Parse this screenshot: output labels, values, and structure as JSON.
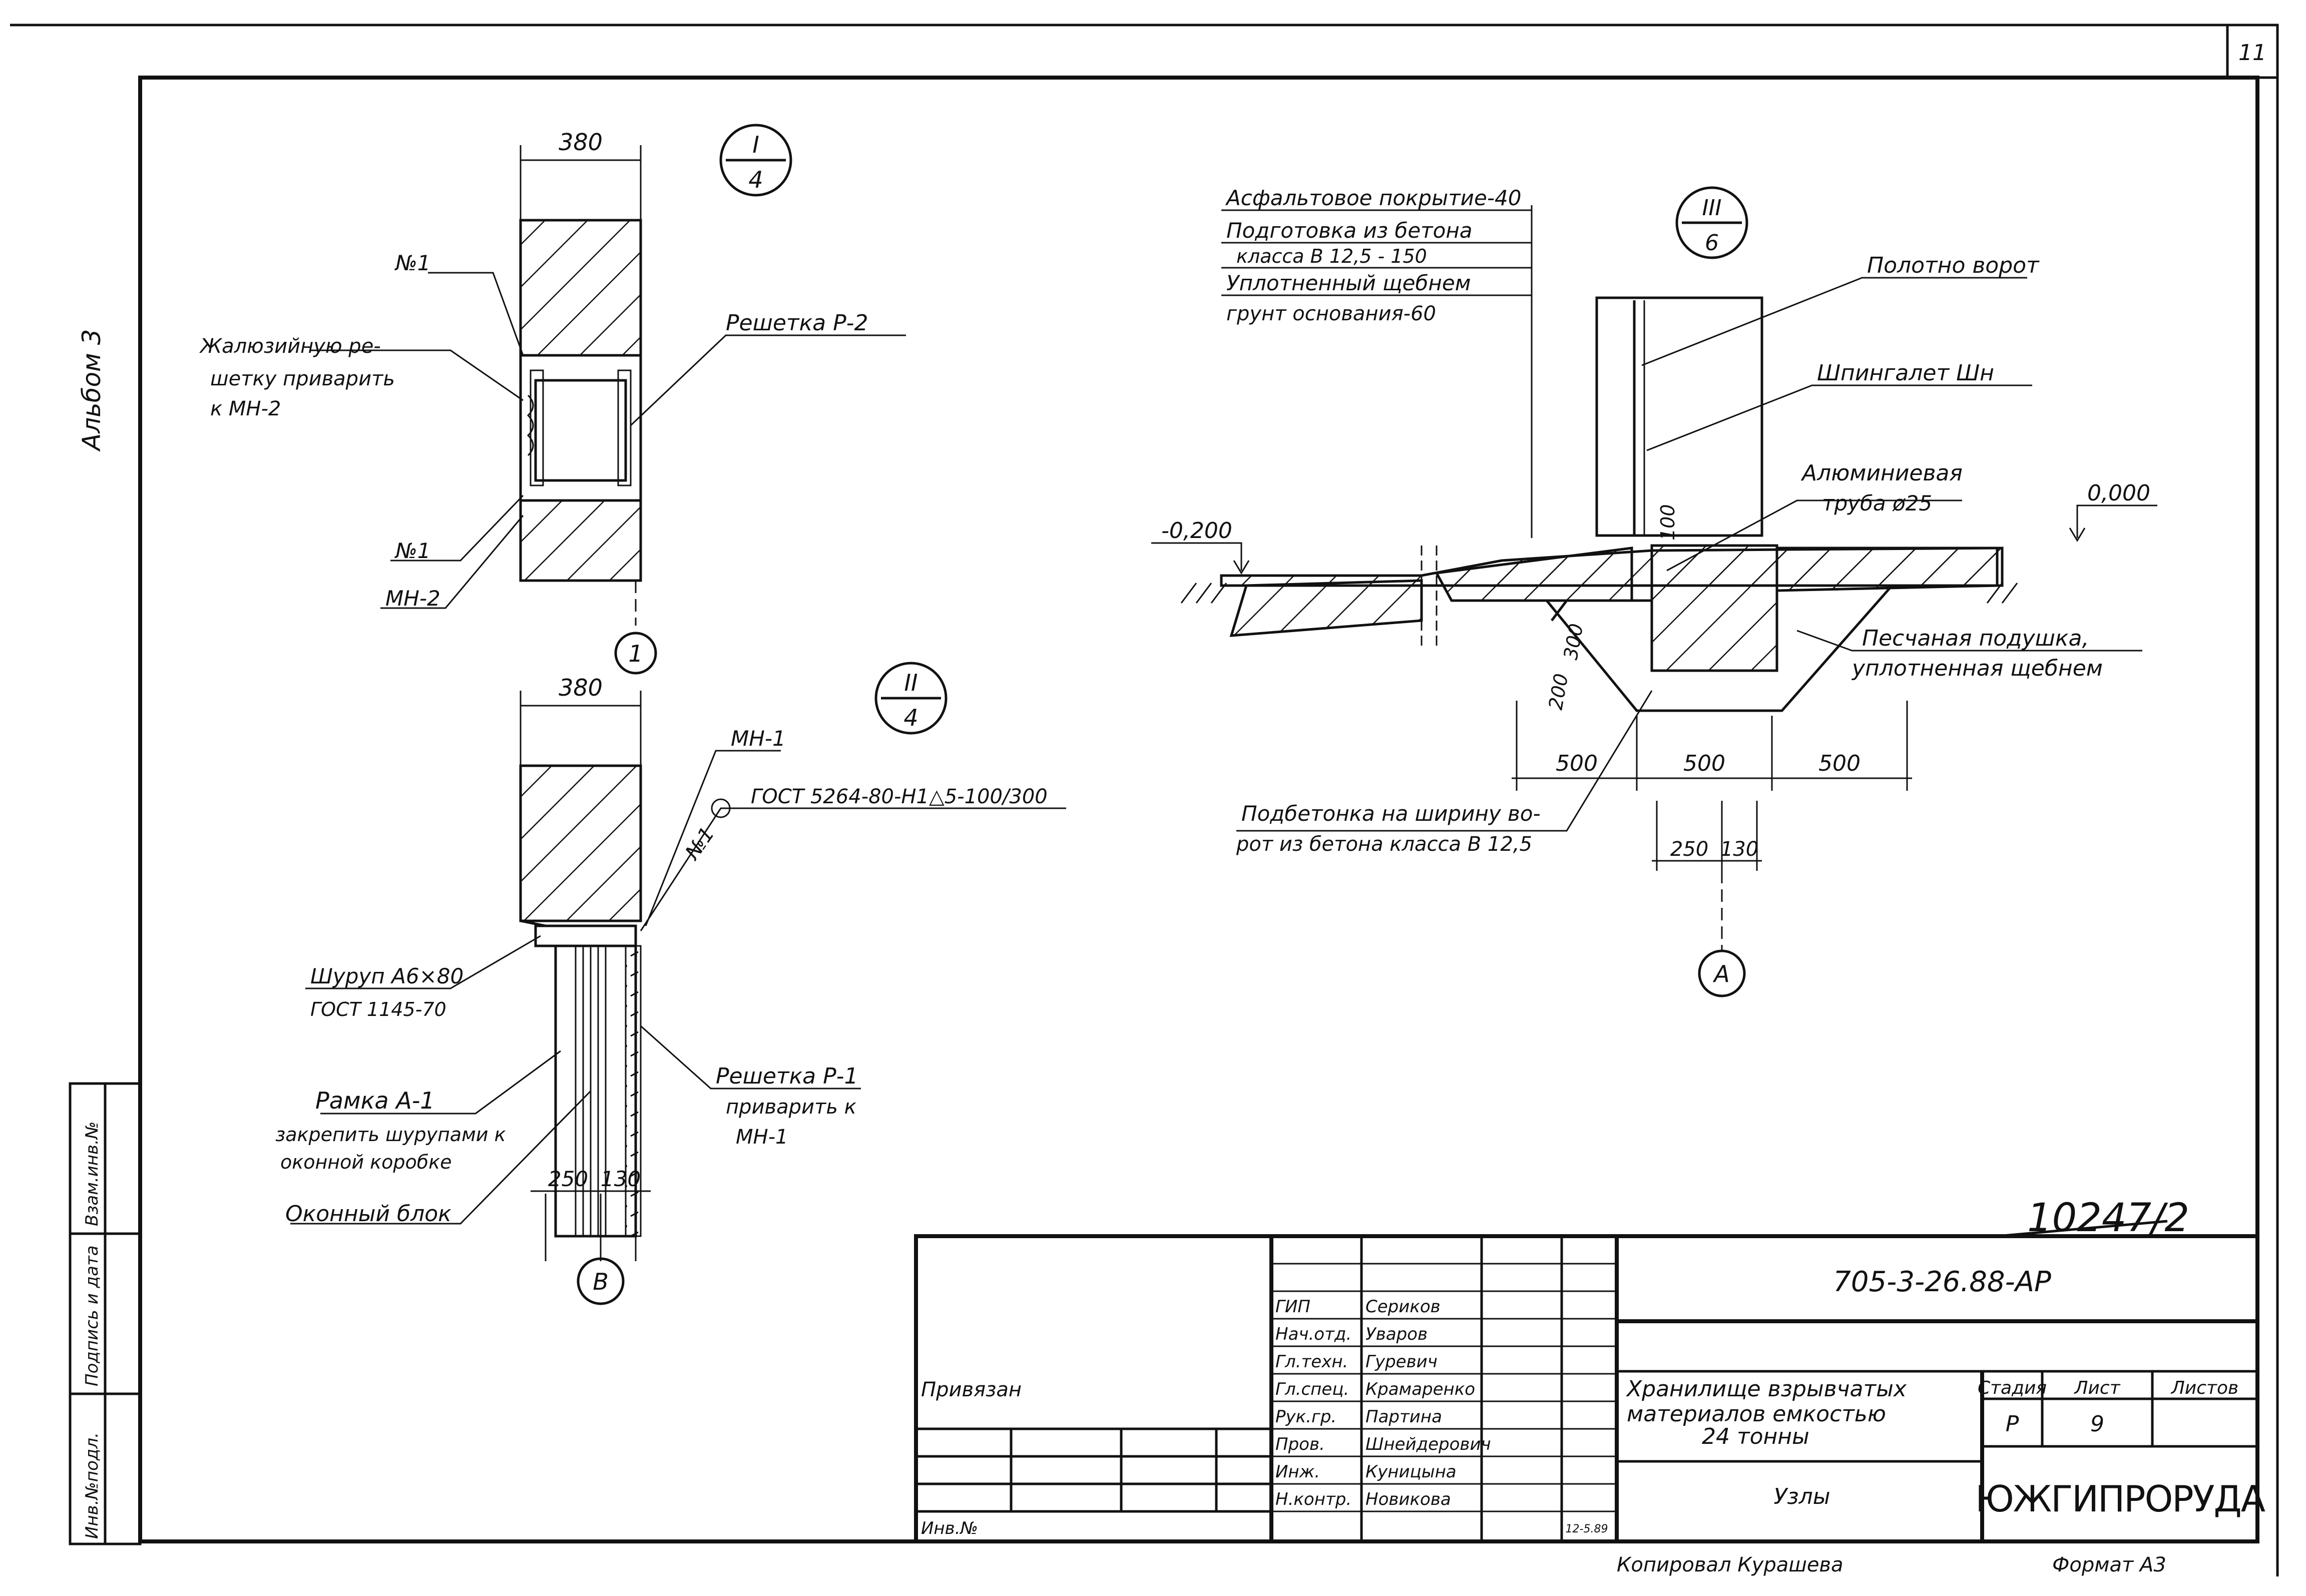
{
  "sheet_number": "11",
  "album_label": "Альбом 3",
  "node_I": {
    "marker_num": "I",
    "marker_den": "4",
    "dim_top": "380",
    "label_n1_top": "№1",
    "label_louvre": "Жалюзийную ре-\nшетку приварить\nк МН-2",
    "label_louvre_1": "Жалюзийную ре-",
    "label_louvre_2": "шетку приварить",
    "label_louvre_3": "к МН-2",
    "label_grate": "Решетка Р-2",
    "label_n1_bottom": "№1",
    "label_mn2": "МН-2",
    "axis": "1"
  },
  "node_II": {
    "marker_num": "II",
    "marker_den": "4",
    "dim_top": "380",
    "label_mn1": "МН-1",
    "label_gost_weld": "ГОСТ 5264-80-Н1△5-100/300",
    "label_n1": "№1",
    "label_screw_1": "Шуруп А6×80",
    "label_screw_2": "ГОСТ 1145-70",
    "label_frame_1": "Рамка А-1",
    "label_frame_2": "закрепить шурупами к",
    "label_frame_3": "оконной коробке",
    "label_grate_1": "Решетка Р-1",
    "label_grate_2": "приварить к",
    "label_grate_3": "МН-1",
    "label_window": "Оконный блок",
    "dim_250": "250",
    "dim_130": "130",
    "axis": "В"
  },
  "node_III": {
    "marker_num": "III",
    "marker_den": "6",
    "layer_1": "Асфальтовое покрытие-40",
    "layer_2": "Подготовка из бетона",
    "layer_3": "класса В 12,5 - 150",
    "layer_4": "Уплотненный щебнем",
    "layer_5": "грунт основания-60",
    "label_gate": "Полотно ворот",
    "label_latch": "Шпингалет Шн",
    "label_pipe_1": "Алюминиевая",
    "label_pipe_2": "труба ø25",
    "level_left": "-0,200",
    "level_right": "0,000",
    "dim_100": "100",
    "dim_300": "300",
    "dim_200": "200",
    "label_sand_1": "Песчаная подушка,",
    "label_sand_2": "уплотненная щебнем",
    "dim_500a": "500",
    "dim_500b": "500",
    "dim_500c": "500",
    "label_under_1": "Подбетонка на ширину во-",
    "label_under_2": "рот из бетона класса В 12,5",
    "dim_250": "250",
    "dim_130": "130",
    "axis": "А"
  },
  "sidebar": {
    "col1": "Взам.инв.№",
    "col2": "Подпись и дата",
    "col3": "Инв.№подл."
  },
  "handwritten_number": "10247/2",
  "title_block": {
    "code": "705-3-26.88-АР",
    "project_title_1": "Хранилище взрывчатых",
    "project_title_2": "материалов емкостью",
    "project_title_3": "24 тонны",
    "sheet_title": "Узлы",
    "stage_header": "Стадия",
    "sheet_header": "Лист",
    "sheets_header": "Листов",
    "stage": "Р",
    "sheet": "9",
    "company": "ЮЖГИПРОРУДА",
    "linked": "Привязан",
    "inv_no": "Инв.№",
    "date": "12-5.89",
    "roles": [
      {
        "role": "ГИП",
        "name": "Сериков"
      },
      {
        "role": "Нач.отд.",
        "name": "Уваров"
      },
      {
        "role": "Гл.техн.",
        "name": "Гуревич"
      },
      {
        "role": "Гл.спец.",
        "name": "Крамаренко"
      },
      {
        "role": "Рук.гр.",
        "name": "Партина"
      },
      {
        "role": "Пров.",
        "name": "Шнейдерович"
      },
      {
        "role": "Инж.",
        "name": "Куницына"
      },
      {
        "role": "Н.контр.",
        "name": "Новикова"
      }
    ]
  },
  "footer": {
    "copied": "Копировал Курашева",
    "format": "Формат А3"
  }
}
